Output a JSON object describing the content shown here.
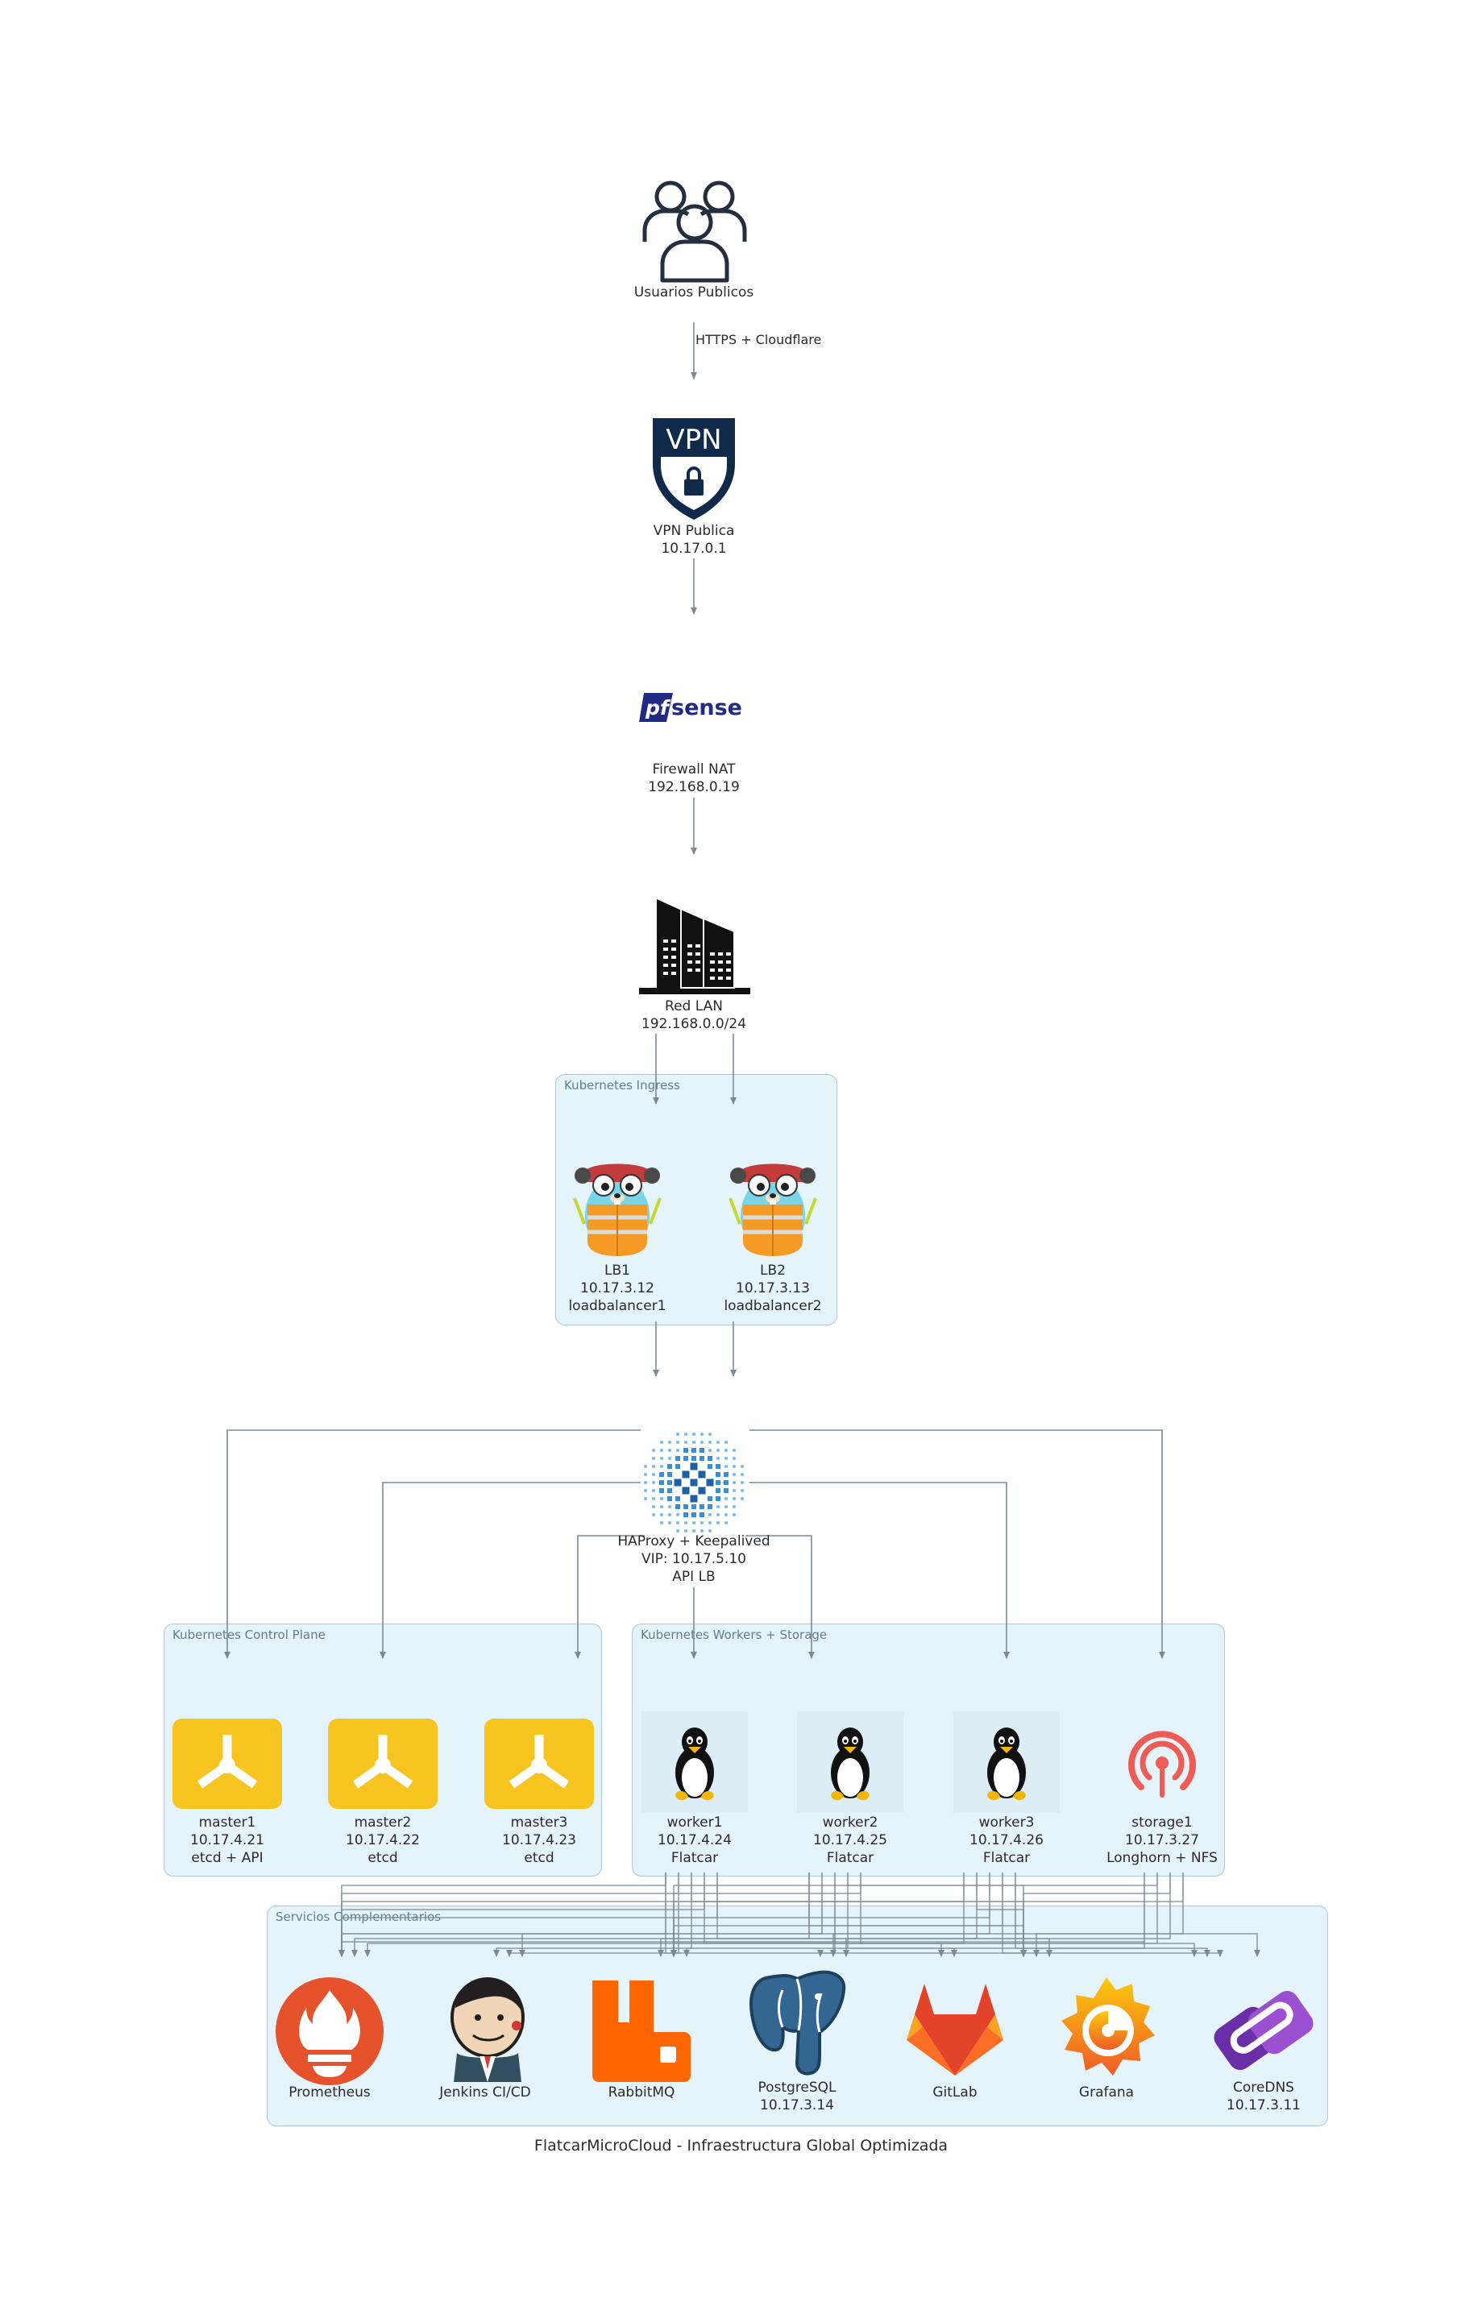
{
  "title": "FlatcarMicroCloud - Infraestructura Global Optimizada",
  "edge_label_public": "HTTPS + Cloudflare",
  "clusters": {
    "ingress": "Kubernetes Ingress",
    "control_plane": "Kubernetes Control Plane",
    "workers": "Kubernetes Workers + Storage",
    "services": "Servicios Complementarios"
  },
  "nodes": {
    "users": {
      "icon": "users-icon",
      "lines": [
        "Usuarios Publicos"
      ]
    },
    "vpn": {
      "icon": "vpn-shield-icon",
      "icon_text": "VPN",
      "lines": [
        "VPN Publica",
        "10.17.0.1"
      ]
    },
    "firewall": {
      "icon": "pfsense-logo",
      "logo_pf": "pf",
      "logo_sense": "sense",
      "lines": [
        "Firewall NAT",
        "192.168.0.19"
      ]
    },
    "lan": {
      "icon": "datacenter-building-icon",
      "lines": [
        "Red LAN",
        "192.168.0.0/24"
      ]
    },
    "lb1": {
      "icon": "gopher-icon",
      "lines": [
        "LB1",
        "10.17.3.12",
        "loadbalancer1"
      ]
    },
    "lb2": {
      "icon": "gopher-icon",
      "lines": [
        "LB2",
        "10.17.3.13",
        "loadbalancer2"
      ]
    },
    "haproxy": {
      "icon": "haproxy-icon",
      "lines": [
        "HAProxy + Keepalived",
        "VIP: 10.17.5.10",
        "API LB"
      ]
    },
    "master1": {
      "icon": "kubernetes-master-icon",
      "lines": [
        "master1",
        "10.17.4.21",
        "etcd + API"
      ]
    },
    "master2": {
      "icon": "kubernetes-master-icon",
      "lines": [
        "master2",
        "10.17.4.22",
        "etcd"
      ]
    },
    "master3": {
      "icon": "kubernetes-master-icon",
      "lines": [
        "master3",
        "10.17.4.23",
        "etcd"
      ]
    },
    "worker1": {
      "icon": "linux-tux-icon",
      "lines": [
        "worker1",
        "10.17.4.24",
        "Flatcar"
      ]
    },
    "worker2": {
      "icon": "linux-tux-icon",
      "lines": [
        "worker2",
        "10.17.4.25",
        "Flatcar"
      ]
    },
    "worker3": {
      "icon": "linux-tux-icon",
      "lines": [
        "worker3",
        "10.17.4.26",
        "Flatcar"
      ]
    },
    "storage1": {
      "icon": "ceph-storage-icon",
      "lines": [
        "storage1",
        "10.17.3.27",
        "Longhorn + NFS"
      ]
    },
    "prometheus": {
      "icon": "prometheus-icon",
      "lines": [
        "Prometheus"
      ]
    },
    "jenkins": {
      "icon": "jenkins-icon",
      "lines": [
        "Jenkins CI/CD"
      ]
    },
    "rabbitmq": {
      "icon": "rabbitmq-icon",
      "lines": [
        "RabbitMQ"
      ]
    },
    "postgresql": {
      "icon": "postgresql-icon",
      "lines": [
        "PostgreSQL",
        "10.17.3.14"
      ]
    },
    "gitlab": {
      "icon": "gitlab-icon",
      "lines": [
        "GitLab"
      ]
    },
    "grafana": {
      "icon": "grafana-icon",
      "lines": [
        "Grafana"
      ]
    },
    "coredns": {
      "icon": "coredns-icon",
      "lines": [
        "CoreDNS",
        "10.17.3.11"
      ]
    }
  },
  "colors": {
    "edge": "#7b8a93",
    "cluster_fill": "#e5f3fb",
    "k8s_master": "#f7c420",
    "prometheus": "#e6522c",
    "rabbitmq": "#ff6600",
    "gitlab": "#fc6d26",
    "grafana": "#f46800",
    "coredns": "#6a2ea8",
    "postgres": "#336791",
    "vpn": "#0f2a4a"
  }
}
